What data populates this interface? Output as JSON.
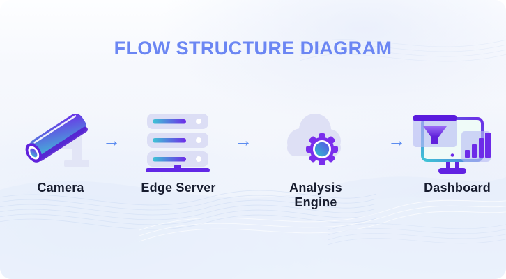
{
  "title": "FLOW STRUCTURE DIAGRAM",
  "stages": [
    {
      "label": "Camera",
      "icon": "cctv-camera-icon"
    },
    {
      "label": "Edge Server",
      "icon": "server-stack-icon"
    },
    {
      "label": "Analysis Engine",
      "icon": "cloud-gear-icon"
    },
    {
      "label": "Dashboard",
      "icon": "monitor-analytics-icon"
    }
  ],
  "connectors": {
    "glyph": "→",
    "count": 3
  },
  "colors": {
    "title_blue": "#6b86f3",
    "arrow_blue": "#5c8cf0",
    "label_dark": "#171c2e",
    "gradient_teal": "#3ec5d5",
    "gradient_purple": "#6d2be8",
    "accent_purple": "#6a2be9",
    "panel_lavender": "#dcdef5",
    "background_tint": "#f3f6fc"
  }
}
